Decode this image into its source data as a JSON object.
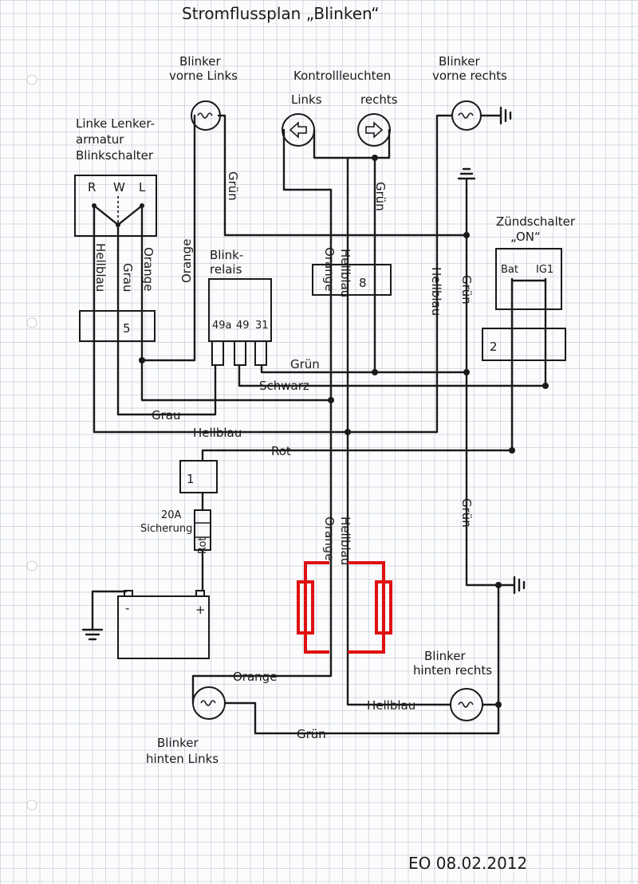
{
  "title": "Stromflussplan „Blinken“",
  "labels": {
    "blinker_vl": [
      "Blinker",
      "vorne Links"
    ],
    "kontroll": "Kontrollleuchten",
    "links": "Links",
    "rechts": "rechts",
    "blinker_vr": [
      "Blinker",
      "vorne rechts"
    ],
    "lenker": [
      "Linke Lenker-",
      "armatur",
      "Blinkschalter"
    ],
    "switch_r": "R",
    "switch_w": "W",
    "switch_l": "L",
    "zuend": [
      "Zündschalter",
      "„ON“"
    ],
    "bat": "Bat",
    "ig1": "IG1",
    "relais": [
      "Blink-",
      "relais"
    ],
    "t49a": "49a",
    "t49": "49",
    "t31": "31",
    "conn5": "5",
    "conn8": "8",
    "conn2": "2",
    "conn1": "1",
    "fuse": [
      "20A",
      "Sicherung"
    ],
    "blinker_hr": [
      "Blinker",
      "hinten rechts"
    ],
    "blinker_hl": [
      "Blinker",
      "hinten Links"
    ],
    "battery_minus": "-",
    "battery_plus": "+",
    "signature": "EO 08.02.2012"
  },
  "wires": {
    "gruen": "Grün",
    "orange": "Orange",
    "hellblau": "Hellblau",
    "grau": "Grau",
    "schwarz": "Schwarz",
    "rot": "Rot"
  },
  "colors": {
    "ink": "#1a1a1a",
    "highlight": "#e01010",
    "grid": "#8ca0be"
  }
}
